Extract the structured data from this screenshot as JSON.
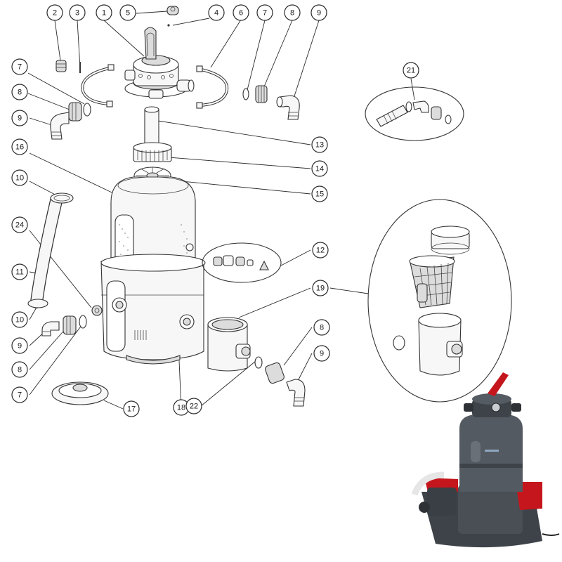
{
  "diagram": {
    "colors": {
      "line": "#2b2b2b",
      "product_body": "#4a4f55",
      "product_accent": "#c4161c"
    },
    "callouts": [
      {
        "id": "c1",
        "label": "1"
      },
      {
        "id": "c2",
        "label": "2"
      },
      {
        "id": "c3",
        "label": "3"
      },
      {
        "id": "c4",
        "label": "4"
      },
      {
        "id": "c5",
        "label": "5"
      },
      {
        "id": "c6",
        "label": "6"
      },
      {
        "id": "c7a",
        "label": "7"
      },
      {
        "id": "c8a",
        "label": "8"
      },
      {
        "id": "c9a",
        "label": "9"
      },
      {
        "id": "c7b",
        "label": "7"
      },
      {
        "id": "c8b",
        "label": "8"
      },
      {
        "id": "c9b",
        "label": "9"
      },
      {
        "id": "c13",
        "label": "13"
      },
      {
        "id": "c14",
        "label": "14"
      },
      {
        "id": "c15",
        "label": "15"
      },
      {
        "id": "c16",
        "label": "16"
      },
      {
        "id": "c10a",
        "label": "10"
      },
      {
        "id": "c24",
        "label": "24"
      },
      {
        "id": "c11",
        "label": "11"
      },
      {
        "id": "c10b",
        "label": "10"
      },
      {
        "id": "c9c",
        "label": "9"
      },
      {
        "id": "c8c",
        "label": "8"
      },
      {
        "id": "c7c",
        "label": "7"
      },
      {
        "id": "c17",
        "label": "17"
      },
      {
        "id": "c18",
        "label": "18"
      },
      {
        "id": "c22",
        "label": "22"
      },
      {
        "id": "c8d",
        "label": "8"
      },
      {
        "id": "c9d",
        "label": "9"
      },
      {
        "id": "c12",
        "label": "12"
      },
      {
        "id": "c19",
        "label": "19"
      },
      {
        "id": "c21",
        "label": "21"
      }
    ]
  }
}
